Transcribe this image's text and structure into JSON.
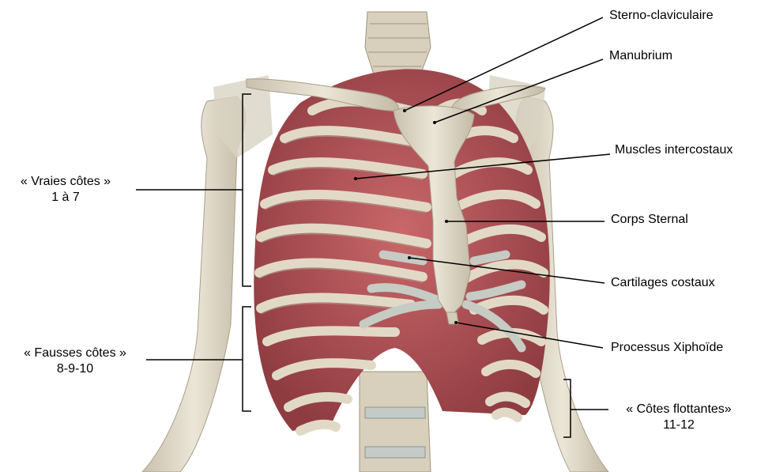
{
  "labels": {
    "sterno": "Sterno-claviculaire",
    "manubrium": "Manubrium",
    "muscles": "Muscles intercostaux",
    "corps": "Corps Sternal",
    "cartilages": "Cartilages costaux",
    "xiphoide": "Processus Xiphoïde",
    "vraies_line1": "« Vraies côtes »",
    "vraies_line2": "1 à 7",
    "fausses_line1": "« Fausses côtes »",
    "fausses_line2": "8-9-10",
    "flottantes_line1": "« Côtes flottantes»",
    "flottantes_line2": "11-12"
  },
  "colors": {
    "bone": "#e3dccb",
    "bone_shadow": "#b9b09c",
    "cartilage": "#c9cdc6",
    "muscle": "#b8575b",
    "muscle_dark": "#8e3b40",
    "line": "#000000"
  }
}
